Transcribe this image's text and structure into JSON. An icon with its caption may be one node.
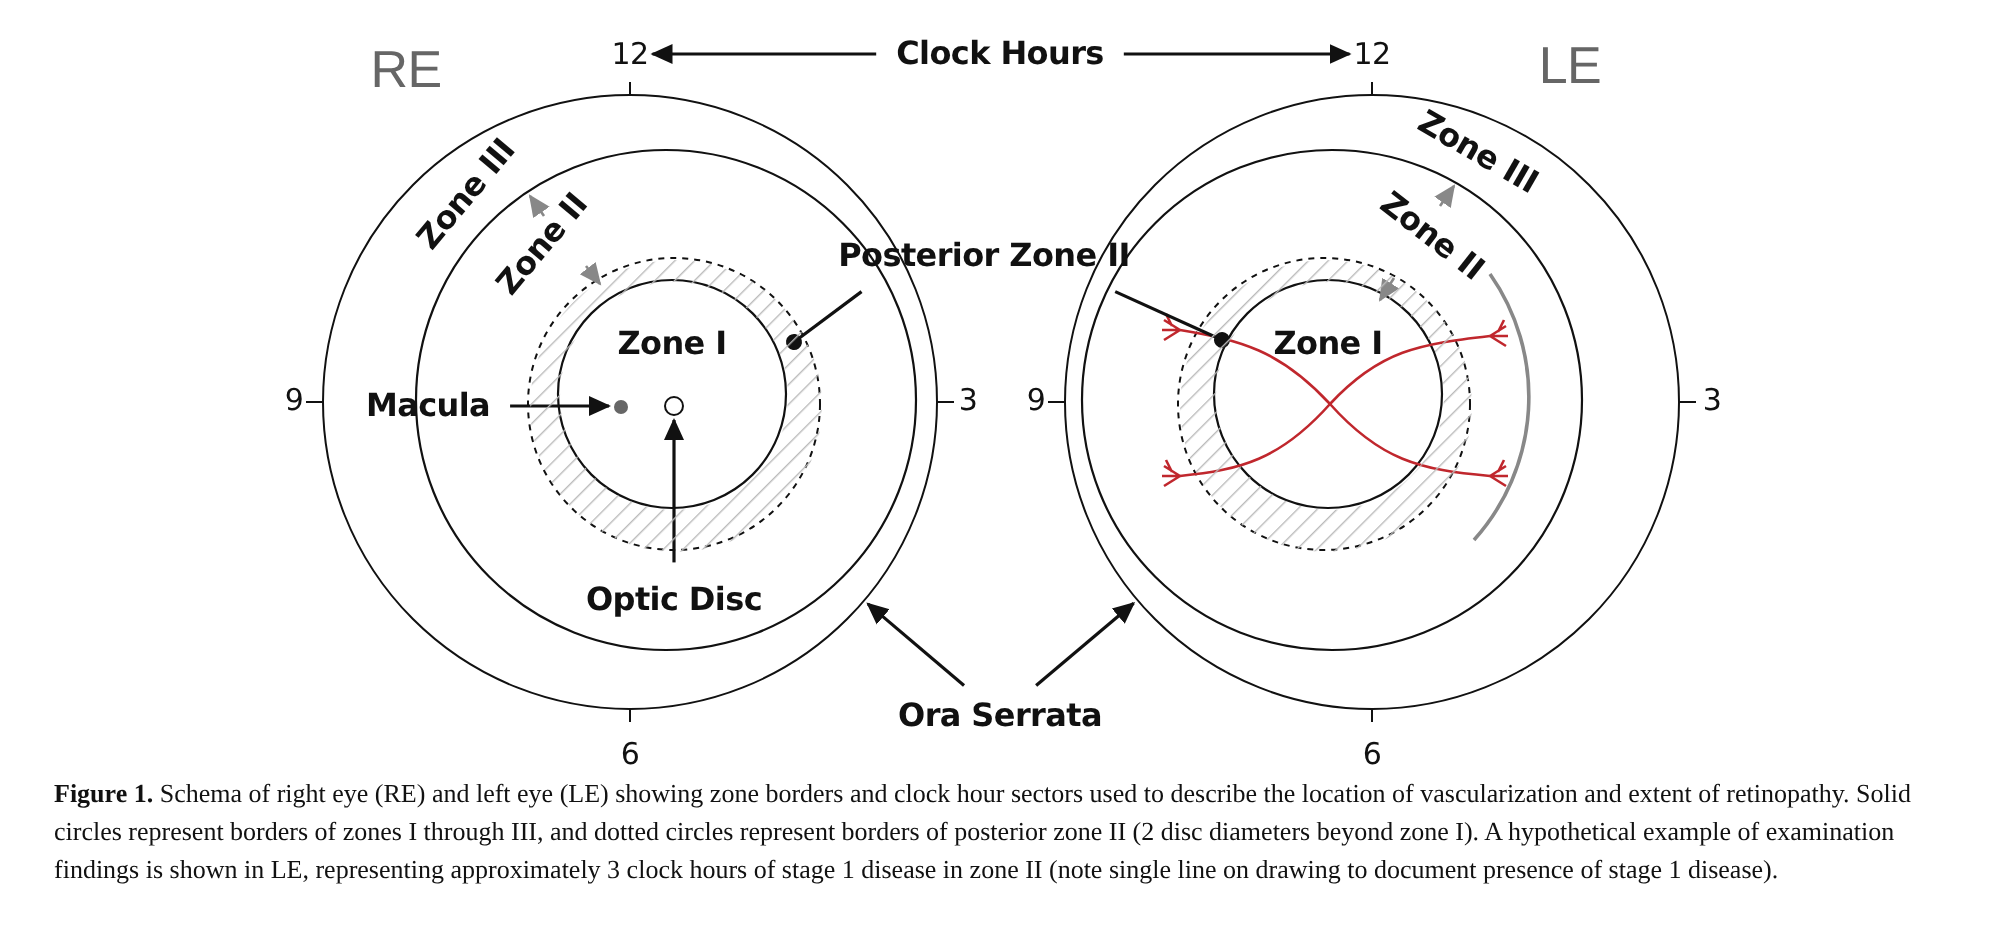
{
  "diagram": {
    "caption": "**Figure 1.** Schema of right eye (RE) and left eye (LE) showing zone borders and clock hour sectors used to describe the location of vascularization and extent of retinopathy. Solid circles represent borders of zones I through III, and dotted circles represent borders of posterior zone II (2 disc diameters beyond zone I). A hypothetical example of examination findings is shown in LE, representing approximately 3 clock hours of stage 1 disease in zone II (note single line on drawing to document presence of stage 1 disease).",
    "nodes": [
      {
        "text": [
          "Clock Hours"
        ]
      },
      {
        "text": [
          "12"
        ]
      },
      {
        "text": [
          "12"
        ]
      },
      {
        "text": [
          "Posterior Zone II"
        ]
      },
      {
        "text": [],
        "shape": "circle",
        "beside": [
          "RE"
        ]
      },
      {
        "text": [],
        "shape": "band",
        "in": 4
      },
      {
        "text": [
          "Macula"
        ],
        "in": 4
      },
      {
        "text": [],
        "shape": "circle",
        "in": 5
      },
      {
        "text": [
          "Optic Disc"
        ],
        "in": 4
      },
      {
        "text": [],
        "shape": "circle",
        "in": 5
      },
      {
        "text": [
          "Ora Serrata"
        ]
      },
      {
        "text": [],
        "shape": "circle",
        "beside": [
          "LE"
        ]
      },
      {
        "text": [],
        "shape": "band",
        "in": 11
      }
    ],
    "edges": [
      {
        "from": 0,
        "to": 1,
        "arrow": "to"
      },
      {
        "from": 0,
        "to": 2,
        "arrow": "to"
      },
      {
        "from": 3,
        "to": 5,
        "arrow": "other"
      },
      {
        "from": 3,
        "to": 12,
        "arrow": "other"
      },
      {
        "from": 6,
        "to": 7,
        "arrow": "to"
      },
      {
        "from": 8,
        "to": 9,
        "arrow": "to"
      },
      {
        "from": 10,
        "to": 4,
        "arrow": "to"
      },
      {
        "from": 10,
        "to": 11,
        "arrow": "to"
      }
    ],
    "labels": [
      "Zone III",
      "Zone II",
      "Zone I",
      "9",
      "3",
      "Zone III",
      "Zone II",
      "Zone I",
      "9",
      "3",
      "6",
      "6"
    ]
  }
}
